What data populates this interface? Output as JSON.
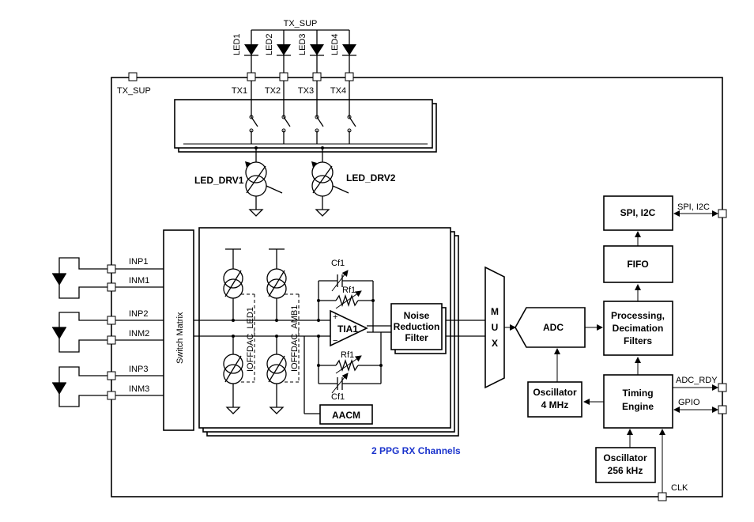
{
  "labels": {
    "tx_sup_top": "TX_SUP",
    "tx_sup_left": "TX_SUP",
    "leds": [
      "LED1",
      "LED2",
      "LED3",
      "LED4"
    ],
    "tx": [
      "TX1",
      "TX2",
      "TX3",
      "TX4"
    ],
    "led_drv1": "LED_DRV1",
    "led_drv2": "LED_DRV2",
    "inputs": [
      "INP1",
      "INM1",
      "INP2",
      "INM2",
      "INP3",
      "INM3"
    ],
    "switch_matrix": "Switch Matrix",
    "ioffdac_led": "IOFFDAC_LED1",
    "ioffdac_amb": "IOFFDAC_AMB1",
    "cf_top": "Cf1",
    "rf_top": "Rf1",
    "tia": "TIA1",
    "rf_bottom": "Rf1",
    "cf_bottom": "Cf1",
    "aacm": "AACM",
    "noise_filter": [
      "Noise",
      "Reduction",
      "Filter"
    ],
    "rx_channels": "2 PPG RX Channels",
    "mux": [
      "M",
      "U",
      "X"
    ],
    "adc": "ADC",
    "osc4": [
      "Oscillator",
      "4 MHz"
    ],
    "processing": [
      "Processing,",
      "Decimation",
      "Filters"
    ],
    "fifo": "FIFO",
    "spi": "SPI, I2C",
    "spi_pin": "SPI, I2C",
    "timing": [
      "Timing",
      "Engine"
    ],
    "osc256": [
      "Oscillator",
      "256 kHz"
    ],
    "adc_rdy": "ADC_RDY",
    "gpio": "GPIO",
    "clk": "CLK"
  },
  "colors": {
    "line": "#000000",
    "blue_label": "#1a33cc"
  }
}
